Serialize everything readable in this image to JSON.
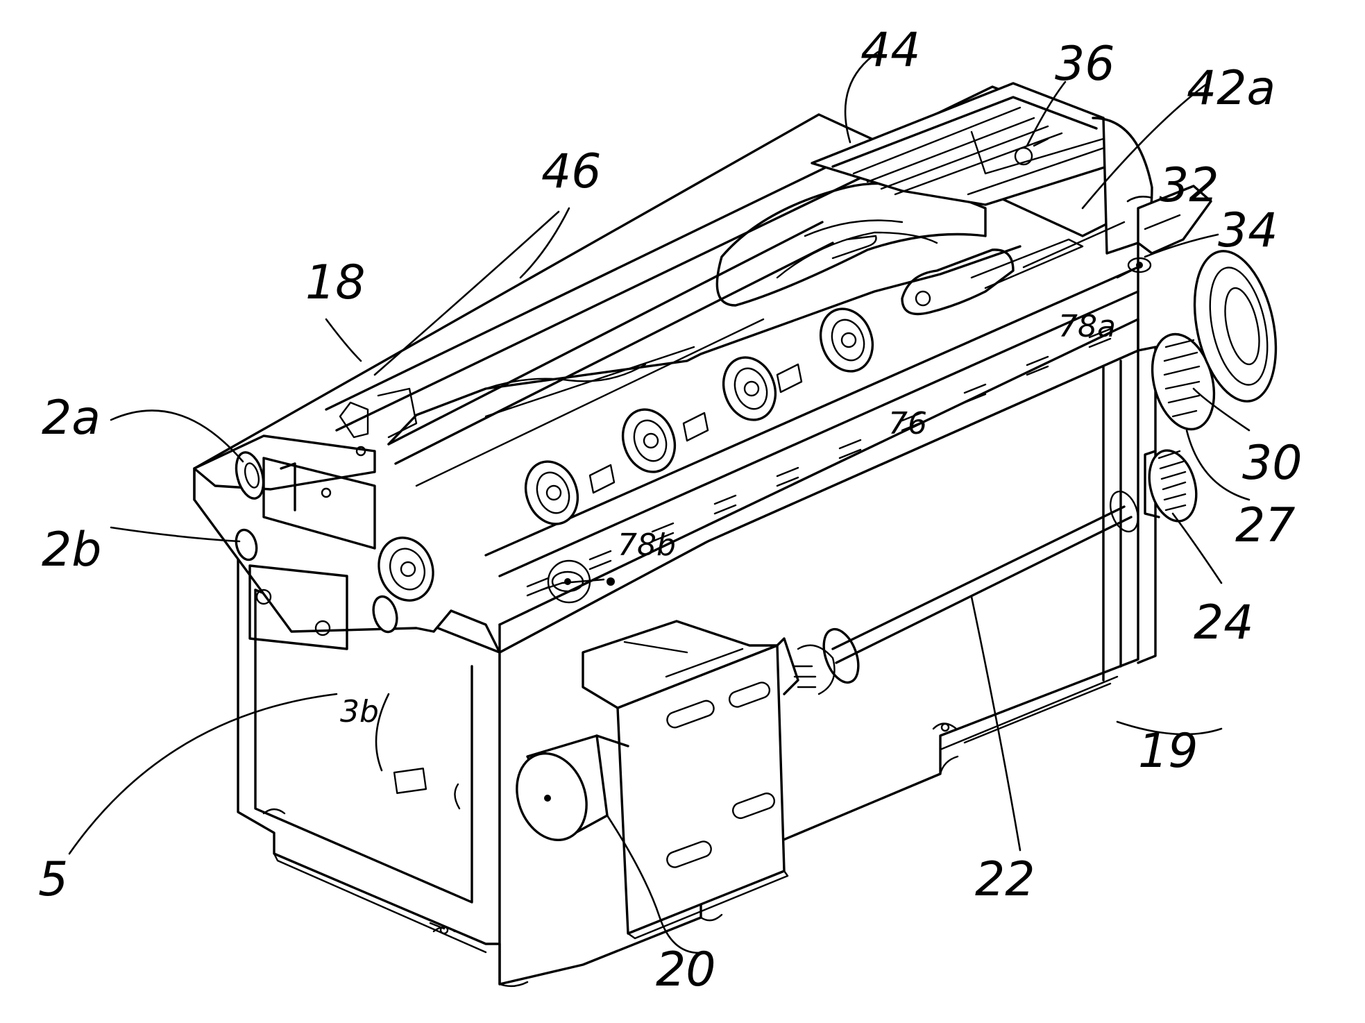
{
  "labels": {
    "l44": "44",
    "l36": "36",
    "l42a": "42a",
    "l32": "32",
    "l34": "34",
    "l46": "46",
    "l18": "18",
    "l2a": "2a",
    "l78a": "78a",
    "l30": "30",
    "l27": "27",
    "l76": "76",
    "l2b": "2b",
    "l78b": "78b",
    "l24": "24",
    "l3b": "3b",
    "l19": "19",
    "l5": "5",
    "l22": "22",
    "l20": "20"
  }
}
